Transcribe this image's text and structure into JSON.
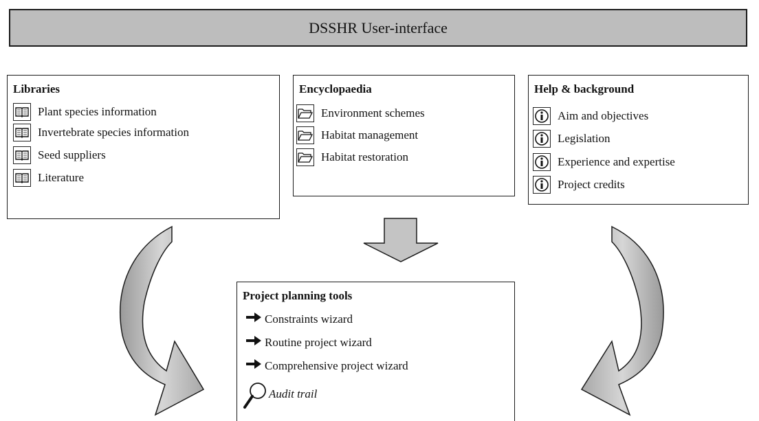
{
  "title": "DSSHR User-interface",
  "colors": {
    "title_fill": "#bdbdbd",
    "arrow_fill": "#c4c4c4",
    "outline": "#1a1a1a"
  },
  "libraries": {
    "title": "Libraries",
    "icon": "book-icon",
    "items": [
      "Plant species information",
      "Invertebrate species information",
      "Seed suppliers",
      "Literature"
    ]
  },
  "encyclopaedia": {
    "title": "Encyclopaedia",
    "icon": "folder-icon",
    "items": [
      "Environment schemes",
      "Habitat management",
      "Habitat restoration"
    ]
  },
  "help": {
    "title": "Help & background",
    "icon": "info-icon",
    "items": [
      "Aim and objectives",
      "Legislation",
      "Experience and expertise",
      "Project credits"
    ]
  },
  "planning": {
    "title": "Project planning tools",
    "tools": [
      {
        "label": "Constraints wizard",
        "icon": "right-arrow-icon"
      },
      {
        "label": "Routine project wizard",
        "icon": "right-arrow-icon"
      },
      {
        "label": "Comprehensive project wizard",
        "icon": "right-arrow-icon"
      }
    ],
    "audit": {
      "label": "Audit trail",
      "icon": "magnifier-icon"
    }
  }
}
